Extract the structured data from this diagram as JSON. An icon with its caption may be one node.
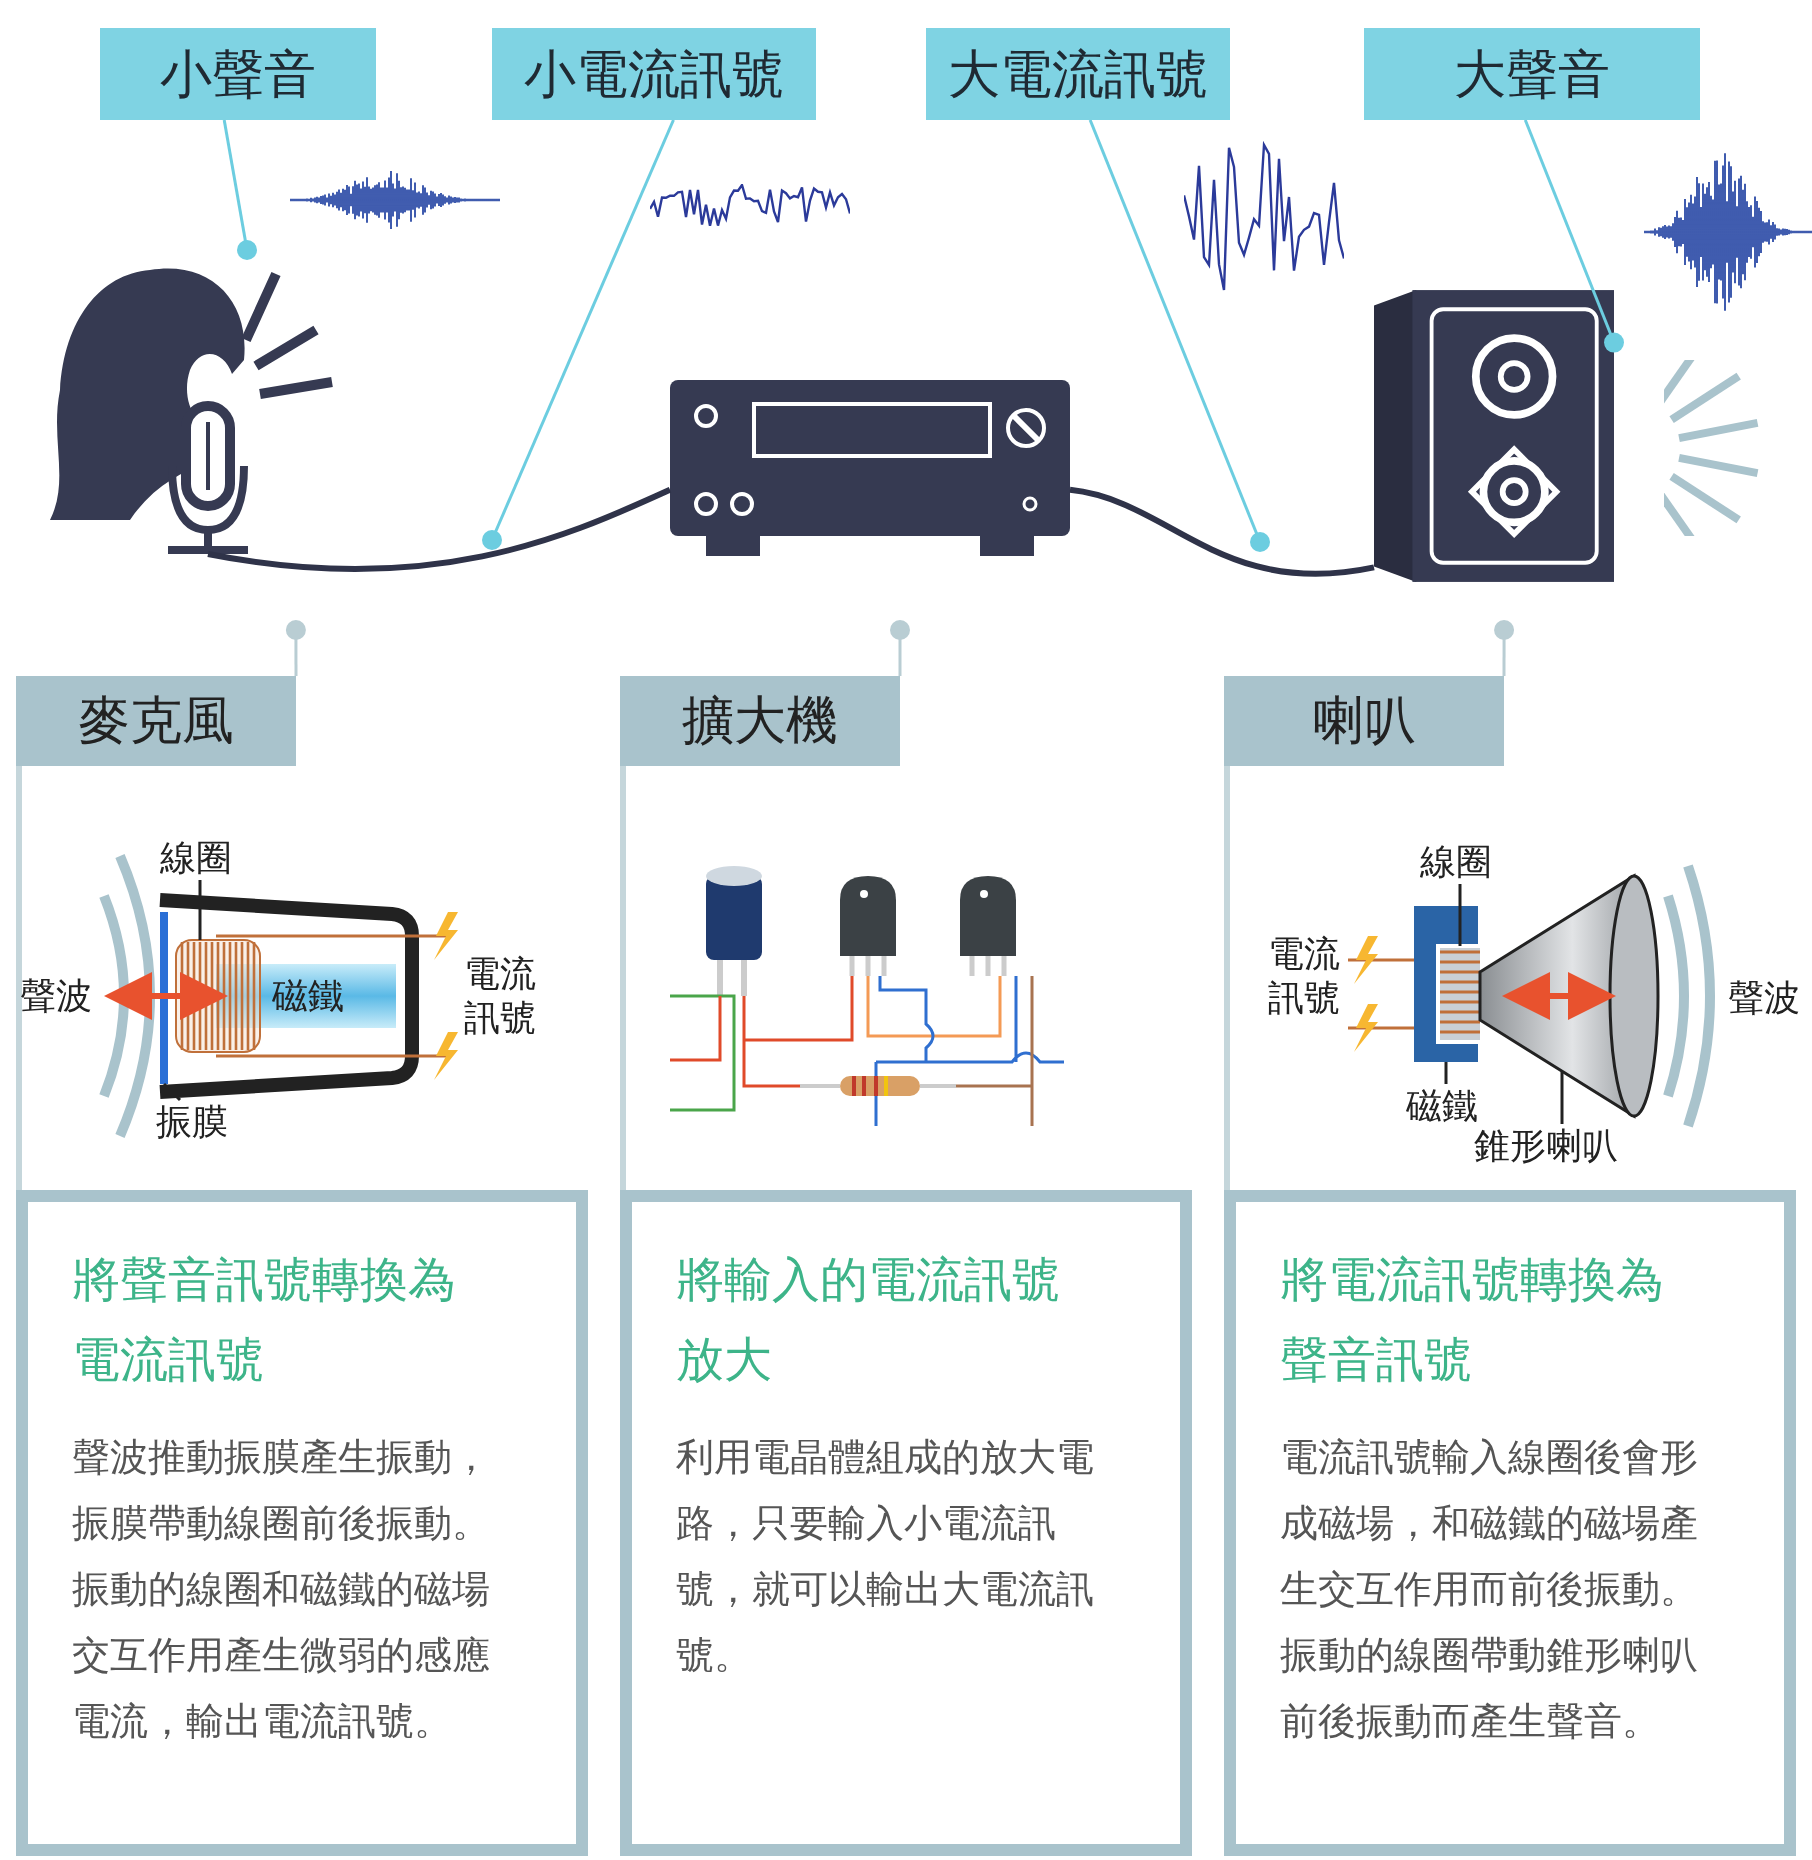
{
  "diagram": {
    "nodes": [
      {
        "text": [
          "小聲音"
        ]
      },
      {
        "text": [
          "小電流訊號"
        ]
      },
      {
        "text": [
          "大電流訊號"
        ]
      },
      {
        "text": [
          "大聲音"
        ]
      },
      {
        "text": [],
        "shape": "picture"
      },
      {
        "text": [],
        "shape": "picture"
      },
      {
        "text": [],
        "shape": "picture"
      },
      {
        "text": [
          "麥克風"
        ]
      },
      {
        "text": [
          "線圈"
        ],
        "in": 7
      },
      {
        "text": [
          "振膜"
        ],
        "in": 7
      },
      {
        "text": [
          "將聲音訊號轉換為電流訊號",
          "聲波推動振膜產生振動，振膜帶動線圈前後振動。振動的線圈和磁鐵的磁場交互作用產生微弱的感應電流，輸出電流訊號。"
        ],
        "in": 7
      },
      {
        "text": [
          "擴大機"
        ]
      },
      {
        "text": [
          "將輸入的電流訊號放大",
          "利用電晶體組成的放大電路，只要輸入小電流訊號，就可以輸出大電流訊號。"
        ],
        "in": 11
      },
      {
        "text": [
          "喇叭"
        ]
      },
      {
        "text": [
          "線圈"
        ],
        "in": 13
      },
      {
        "text": [
          "磁鐵"
        ],
        "in": 13
      },
      {
        "text": [
          "錐形喇叭"
        ],
        "in": 13
      },
      {
        "text": [
          "將電流訊號轉換為聲音訊號",
          "電流訊號輸入線圈後會形成磁場，和磁鐵的磁場產生交互作用而前後振動。振動的線圈帶動錐形喇叭前後振動而產生聲音。"
        ],
        "in": 13
      }
    ],
    "edges": [
      {
        "from": 0,
        "to": 4,
        "arrow": "other",
        "color": "#6ccde0"
      },
      {
        "from": 1,
        "to": null,
        "arrow": "other",
        "color": "#6ccde0"
      },
      {
        "from": 2,
        "to": null,
        "arrow": "other",
        "color": "#6ccde0"
      },
      {
        "from": 3,
        "to": 6,
        "arrow": "other",
        "color": "#6ccde0"
      },
      {
        "from": 4,
        "to": 5,
        "arrow": "none",
        "style": "thick",
        "color": "#2f3349"
      },
      {
        "from": 5,
        "to": 6,
        "arrow": "none",
        "style": "thick",
        "color": "#2f3349"
      },
      {
        "from": 4,
        "to": 7,
        "arrow": "other",
        "color": "#b9cdd3"
      },
      {
        "from": 5,
        "to": 11,
        "arrow": "other",
        "color": "#b9cdd3"
      },
      {
        "from": 6,
        "to": 13,
        "arrow": "other",
        "color": "#b9cdd3"
      },
      {
        "from": 8,
        "to": null,
        "arrow": "none"
      },
      {
        "from": 9,
        "to": null,
        "arrow": "none"
      },
      {
        "from": 14,
        "to": null,
        "arrow": "none"
      },
      {
        "from": 15,
        "to": null,
        "arrow": "none"
      },
      {
        "from": 16,
        "to": null,
        "arrow": "none"
      }
    ],
    "labels": [
      "聲波",
      "磁鐵",
      "電流訊號",
      "電流訊號",
      "聲波"
    ]
  }
}
